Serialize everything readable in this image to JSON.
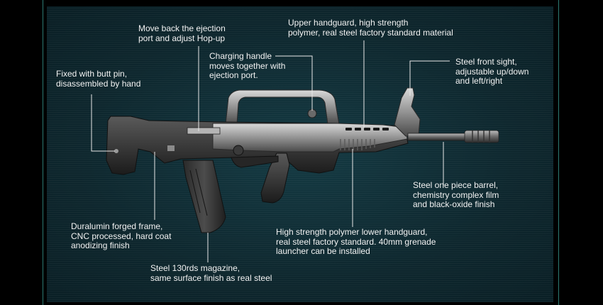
{
  "callouts": {
    "ejection": [
      "Move back the ejection",
      "port and adjust Hop-up"
    ],
    "upper_handguard": [
      "Upper handguard, high strength",
      "polymer, real steel factory standard material"
    ],
    "charging": [
      "Charging handle",
      "moves together with",
      "ejection port."
    ],
    "butt_pin": [
      "Fixed with butt pin,",
      "disassembled by hand"
    ],
    "front_sight": [
      "Steel front sight,",
      "adjustable up/down",
      "and left/right"
    ],
    "barrel": [
      "Steel one piece barrel,",
      "chemistry complex film",
      "and black-oxide finish"
    ],
    "frame": [
      "Duralumin forged frame,",
      "CNC processed, hard coat",
      "anodizing finish"
    ],
    "lower_handguard": [
      "High strength polymer lower handguard,",
      "real steel factory standard. 40mm grenade",
      "launcher can be installed"
    ],
    "magazine": [
      "Steel 130rds magazine,",
      "same surface finish as real steel"
    ]
  },
  "colors": {
    "background": "#000000",
    "panel": "#0f2a31",
    "border": "#2c7a73",
    "text": "#f2f2f2",
    "leader": "#e8e8e8"
  }
}
